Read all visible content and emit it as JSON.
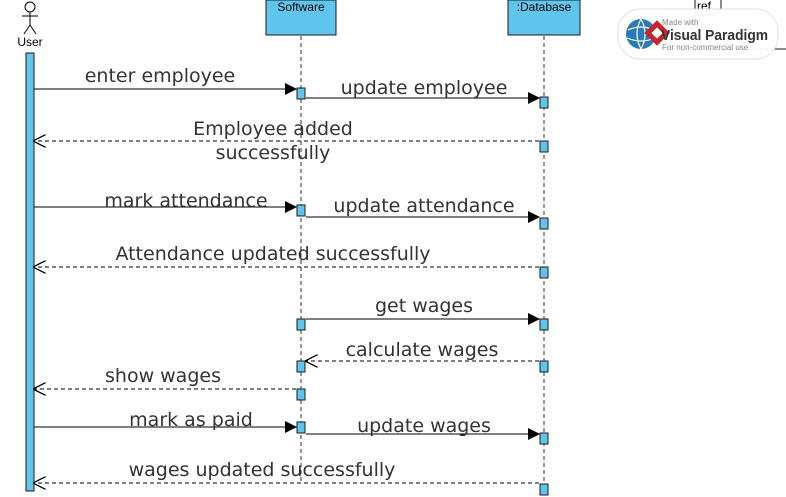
{
  "lifelines": {
    "user": {
      "label": "User"
    },
    "software": {
      "label": "Software"
    },
    "database": {
      "label": ":Database"
    }
  },
  "ref_fragment": {
    "label": "ref"
  },
  "watermark": {
    "made_with": "Made with",
    "brand": "Visual Paradigm",
    "note": "For non-commercial use"
  },
  "messages": [
    {
      "id": "m1",
      "from": "user",
      "to": "software",
      "kind": "sync",
      "lines": [
        "enter employee"
      ]
    },
    {
      "id": "m2",
      "from": "software",
      "to": "database",
      "kind": "sync",
      "lines": [
        "update employee"
      ]
    },
    {
      "id": "m3",
      "from": "database",
      "to": "user",
      "kind": "return",
      "lines": [
        "Employee added",
        "successfully"
      ]
    },
    {
      "id": "m4",
      "from": "user",
      "to": "software",
      "kind": "sync",
      "lines": [
        "mark attendance"
      ]
    },
    {
      "id": "m5",
      "from": "software",
      "to": "database",
      "kind": "sync",
      "lines": [
        "update attendance"
      ]
    },
    {
      "id": "m6",
      "from": "database",
      "to": "user",
      "kind": "return",
      "lines": [
        "Attendance updated successfully"
      ]
    },
    {
      "id": "m7",
      "from": "software",
      "to": "database",
      "kind": "sync",
      "lines": [
        "get wages"
      ]
    },
    {
      "id": "m8",
      "from": "database",
      "to": "software",
      "kind": "return",
      "lines": [
        "calculate wages"
      ]
    },
    {
      "id": "m9",
      "from": "software",
      "to": "user",
      "kind": "return",
      "lines": [
        "show wages"
      ]
    },
    {
      "id": "m10",
      "from": "user",
      "to": "software",
      "kind": "sync",
      "lines": [
        "mark as paid"
      ]
    },
    {
      "id": "m11",
      "from": "software",
      "to": "database",
      "kind": "sync",
      "lines": [
        "update wages"
      ]
    },
    {
      "id": "m12",
      "from": "database",
      "to": "user",
      "kind": "return",
      "lines": [
        "wages updated successfully"
      ]
    }
  ],
  "colors": {
    "lifeline_fill": "#5fc5ee",
    "lifeline_stroke": "#1a1a1a",
    "message_line": "#000000",
    "text": "#333333",
    "watermark_accent": "#c8262c",
    "watermark_globe": "#2b7bb9"
  }
}
